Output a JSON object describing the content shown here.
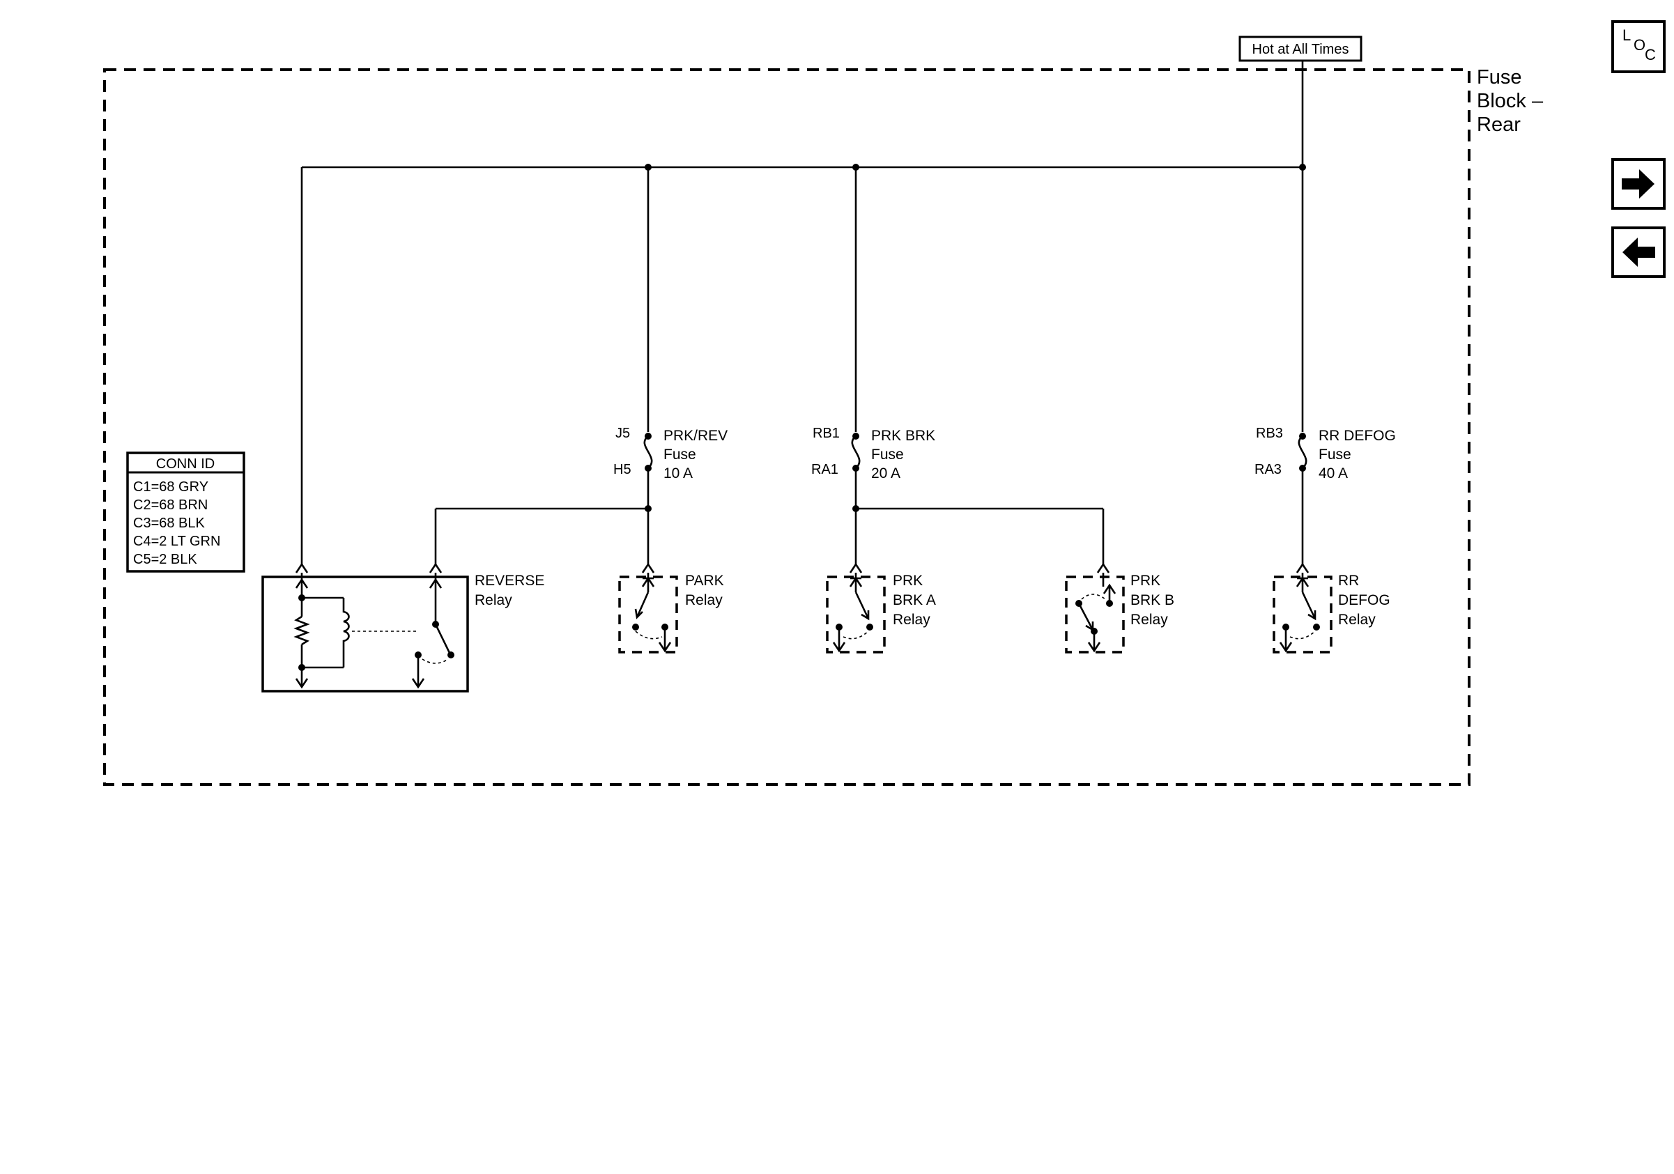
{
  "power_source": {
    "label": "Hot at All Times"
  },
  "fuse_block": {
    "label_lines": [
      "Fuse",
      "Block –",
      "Rear"
    ]
  },
  "navigation": {
    "loc_button": {
      "letters": [
        "L",
        "O",
        "C"
      ],
      "icon": "location-icon"
    },
    "next_button": {
      "icon": "arrow-right-icon"
    },
    "prev_button": {
      "icon": "arrow-left-icon"
    }
  },
  "conn_id": {
    "title": "CONN ID",
    "rows": [
      "C1=68 GRY",
      "C2=68 BRN",
      "C3=68 BLK",
      "C4=2 LT GRN",
      "C5=2 BLK"
    ]
  },
  "fuses": [
    {
      "pin_top": "J5",
      "pin_bottom": "H5",
      "name": "PRK/REV",
      "type": "Fuse",
      "rating": "10 A"
    },
    {
      "pin_top": "RB1",
      "pin_bottom": "RA1",
      "name": "PRK BRK",
      "type": "Fuse",
      "rating": "20 A"
    },
    {
      "pin_top": "RB3",
      "pin_bottom": "RA3",
      "name": "RR DEFOG",
      "type": "Fuse",
      "rating": "40 A"
    }
  ],
  "relays": [
    {
      "lines": [
        "REVERSE",
        "Relay"
      ]
    },
    {
      "lines": [
        "PARK",
        "Relay"
      ]
    },
    {
      "lines": [
        "PRK",
        "BRK A",
        "Relay"
      ]
    },
    {
      "lines": [
        "PRK",
        "BRK B",
        "Relay"
      ]
    },
    {
      "lines": [
        "RR",
        "DEFOG",
        "Relay"
      ]
    }
  ]
}
